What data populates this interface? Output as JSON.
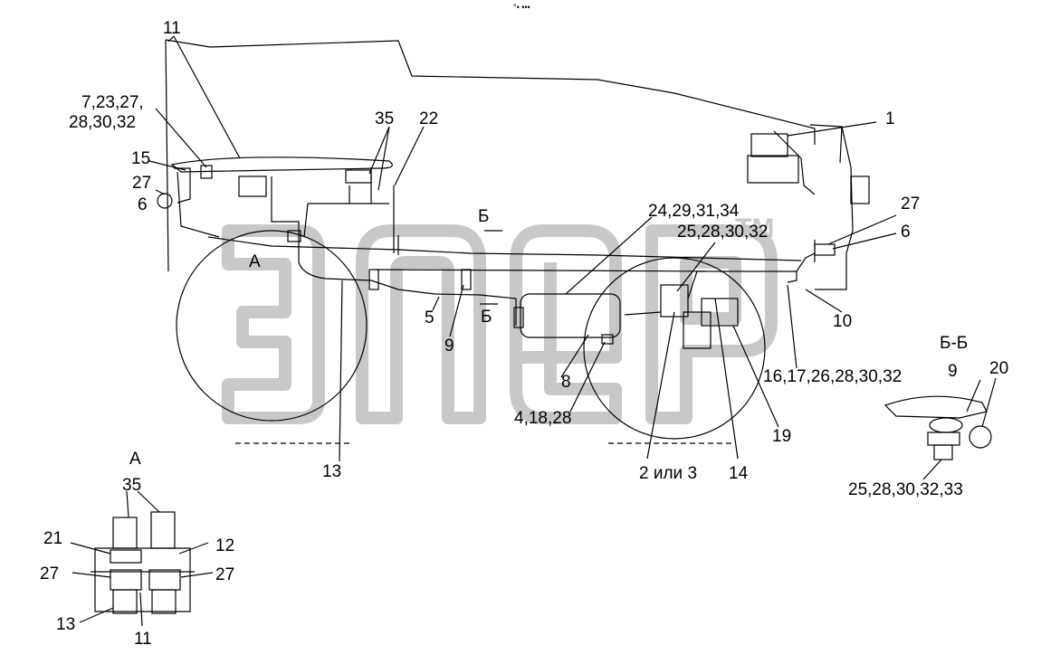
{
  "top_mark": "°• •••",
  "watermark": {
    "text": "элер",
    "tm": "TM",
    "color": "#c8c8c8"
  },
  "main_view": {
    "labels": [
      "11",
      "7,23,27,",
      "28,30,32",
      "35",
      "22",
      "15",
      "27",
      "6",
      "А",
      "Б",
      "24,29,31,34",
      "25,28,30,32",
      "1",
      "27",
      "6",
      "10",
      "5",
      "Б",
      "9",
      "8",
      "4,18,28",
      "16,17,26,28,30,32",
      "19",
      "13",
      "2 или 3",
      "14"
    ]
  },
  "section_bb": {
    "title": "Б-Б",
    "labels": [
      "9",
      "20",
      "25,28,30,32,33"
    ]
  },
  "detail_a": {
    "title": "А",
    "labels": [
      "35",
      "21",
      "12",
      "27",
      "27",
      "13",
      "11"
    ]
  },
  "colors": {
    "line": "#000000",
    "background": "#ffffff"
  }
}
